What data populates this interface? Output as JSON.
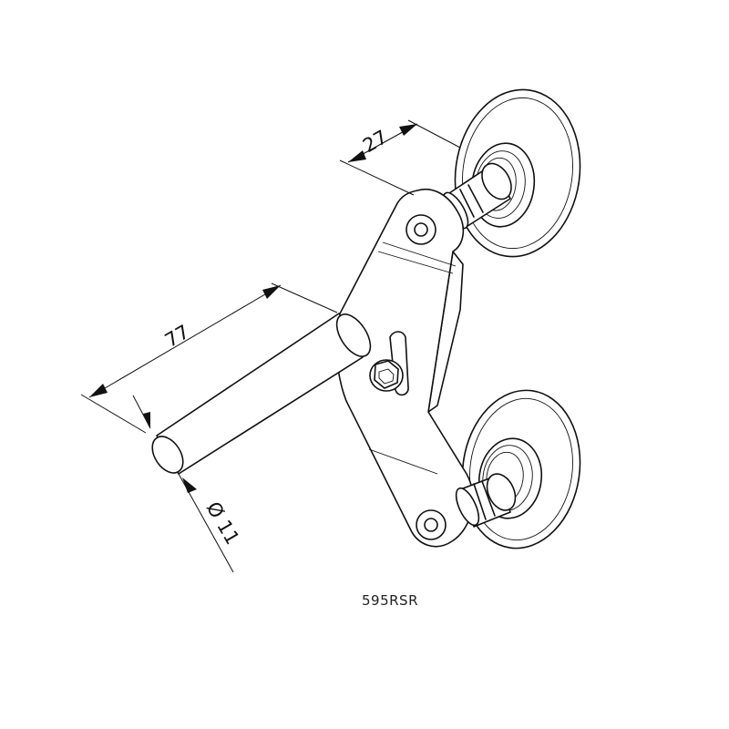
{
  "dimensions": {
    "shaft_length": "77",
    "shaft_diameter": "Ø 11",
    "roller_offset": "27"
  },
  "part_code": "595RSR"
}
